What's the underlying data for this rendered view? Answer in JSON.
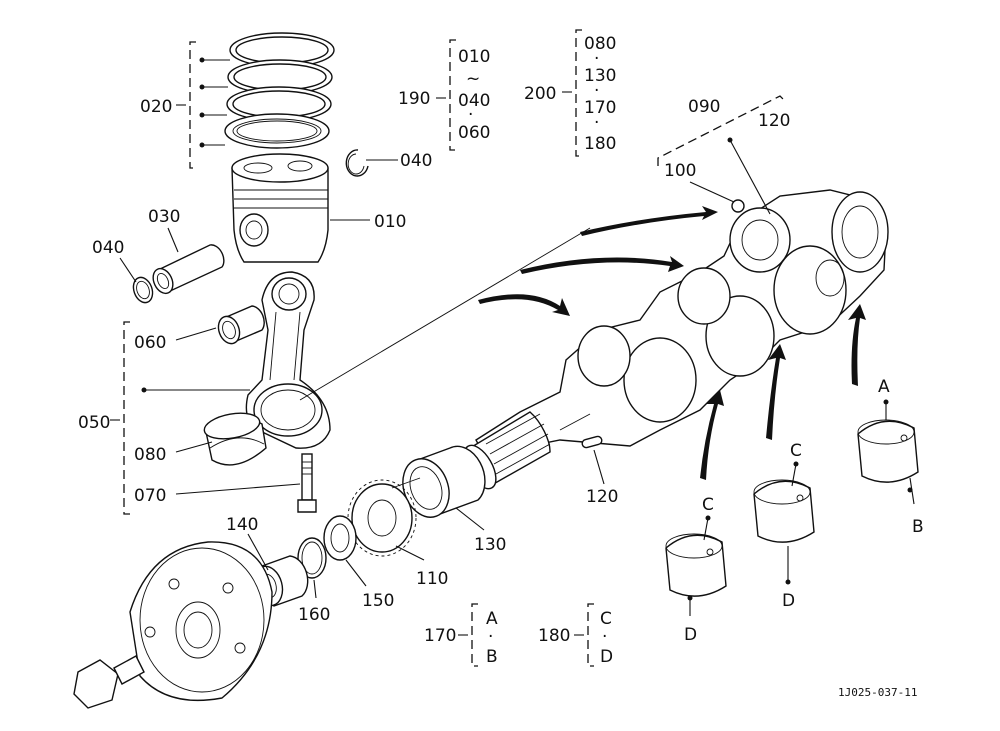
{
  "labels": {
    "p010": "010",
    "p020": "020",
    "p030": "030",
    "p040a": "040",
    "p040b": "040",
    "p050": "050",
    "p060": "060",
    "p070": "070",
    "p080": "080",
    "p090": "090",
    "p100": "100",
    "p110": "110",
    "p120a": "120",
    "p120b": "120",
    "p130": "130",
    "p140": "140",
    "p150": "150",
    "p160": "160"
  },
  "groups": {
    "g190": {
      "code": "190",
      "items": [
        "010",
        "~",
        "040",
        "·",
        "060"
      ]
    },
    "g200": {
      "code": "200",
      "items": [
        "080",
        "·",
        "130",
        "·",
        "170",
        "·",
        "180"
      ]
    },
    "g170": {
      "code": "170",
      "items": [
        "A",
        "·",
        "B"
      ]
    },
    "g180": {
      "code": "180",
      "items": [
        "C",
        "·",
        "D"
      ]
    }
  },
  "bearing_marks": {
    "b1_top": "C",
    "b1_bot": "D",
    "b2_top": "C",
    "b2_bot": "D",
    "b3_top": "A",
    "b3_bot": "B"
  },
  "figure_code": "1J025-037-11"
}
